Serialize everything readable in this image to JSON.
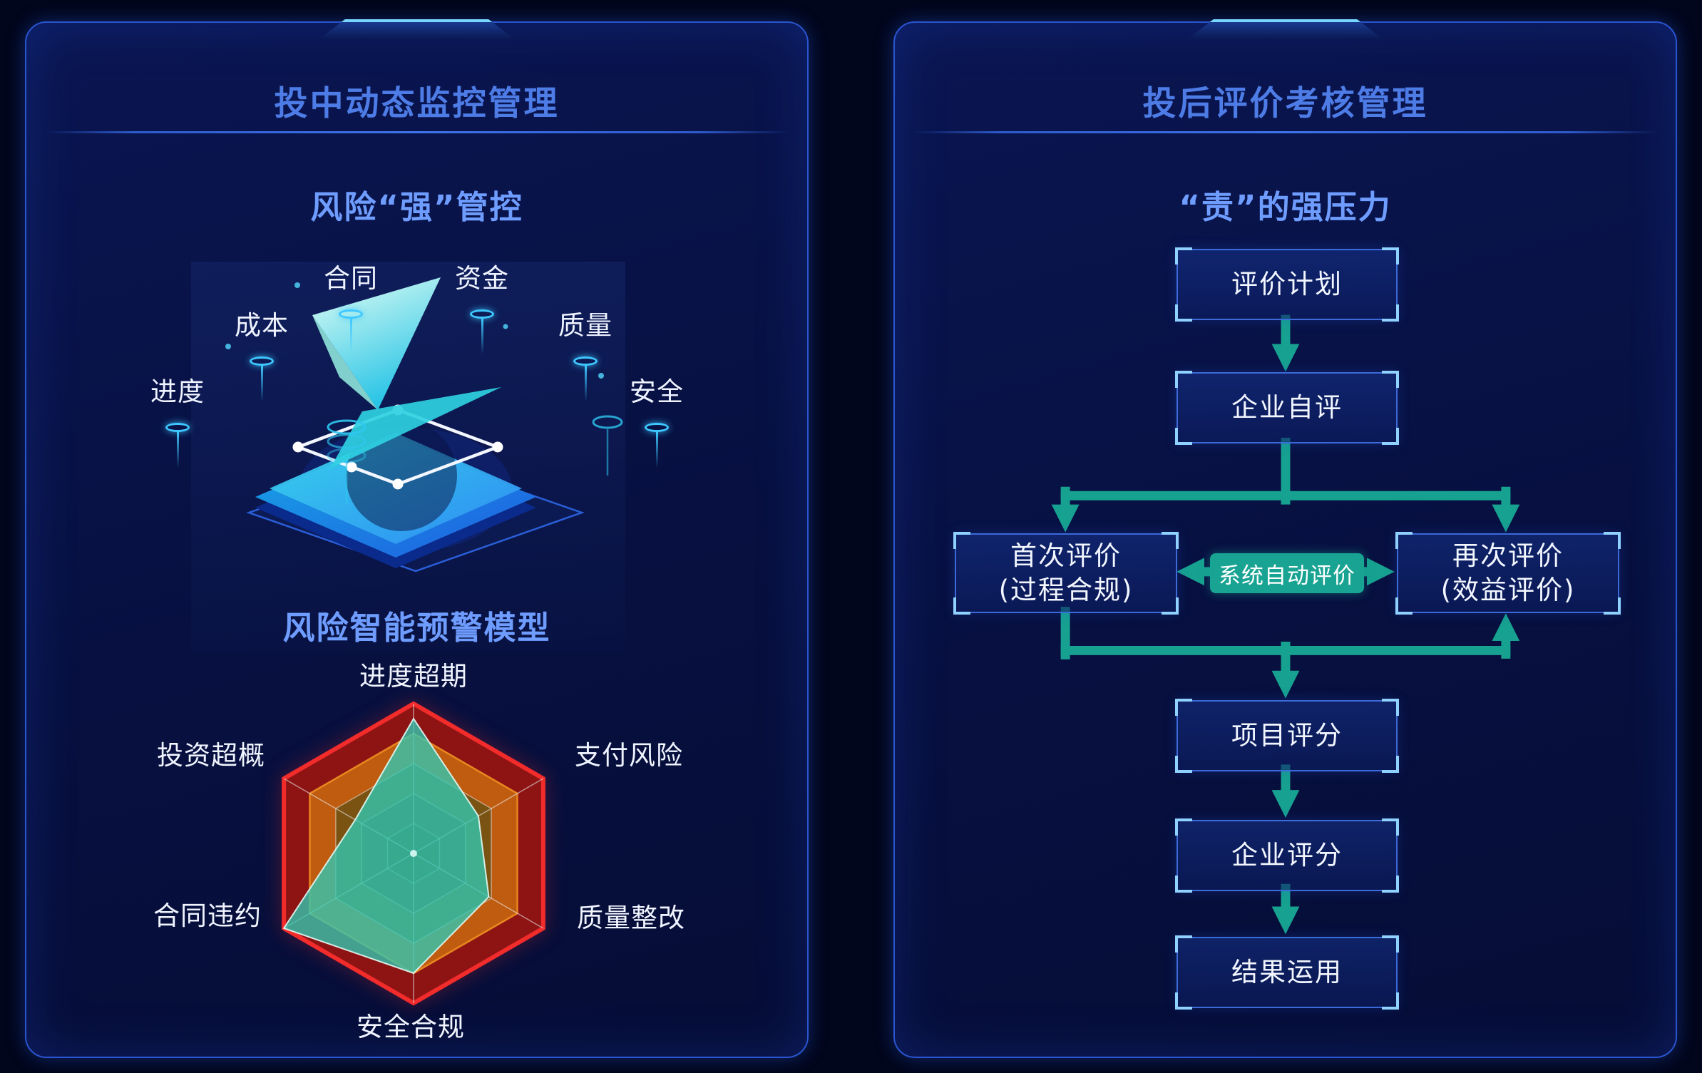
{
  "page": {
    "bg_color": "#02061c",
    "panel_border_color": "#2a55d0",
    "title_color": "#4e7ce6",
    "subtitle_color": "#6f9dff",
    "accent_cyan": "#3ec8ff"
  },
  "left_panel": {
    "title": "投中动态监控管理",
    "subtitle": "风险“强”管控",
    "model_title": "风险智能预警模型",
    "monitor_points": [
      {
        "label": "合同"
      },
      {
        "label": "资金"
      },
      {
        "label": "成本"
      },
      {
        "label": "质量"
      },
      {
        "label": "进度"
      },
      {
        "label": "安全"
      }
    ],
    "chart_data": {
      "type": "radar",
      "title": "风险智能预警模型",
      "axes": [
        "进度超期",
        "支付风险",
        "质量整改",
        "安全合规",
        "合同违约",
        "投资超概"
      ],
      "values": [
        90,
        50,
        58,
        80,
        100,
        45
      ],
      "max": 100,
      "rings": [
        1.0,
        0.8,
        0.6,
        0.4,
        0.2
      ],
      "ring_fills": [
        "#8e1414",
        "#bf5c10",
        "#7a5212",
        "#614312",
        "#4e3610"
      ],
      "ring_strokes": [
        "#f22b2b",
        "#e8871e",
        "rgba(238,238,238,0.5)",
        "rgba(238,238,238,0.45)",
        "rgba(238,238,238,0.4)"
      ],
      "spoke_color": "rgba(238,238,238,0.55)",
      "series_color": "#2fc9b4",
      "legend": "none",
      "grid": "hexagonal"
    }
  },
  "right_panel": {
    "title": "投后评价考核管理",
    "subtitle": "“责”的强压力",
    "flow": {
      "arrow_color": "#17a190",
      "nodes": [
        {
          "id": "plan",
          "label": "评价计划"
        },
        {
          "id": "self",
          "label": "企业自评"
        },
        {
          "id": "first",
          "label": "首次评价\n(过程合规)"
        },
        {
          "id": "auto",
          "label": "系统自动评价"
        },
        {
          "id": "second",
          "label": "再次评价\n(效益评价)"
        },
        {
          "id": "project",
          "label": "项目评分"
        },
        {
          "id": "enterprise",
          "label": "企业评分"
        },
        {
          "id": "result",
          "label": "结果运用"
        }
      ]
    }
  }
}
